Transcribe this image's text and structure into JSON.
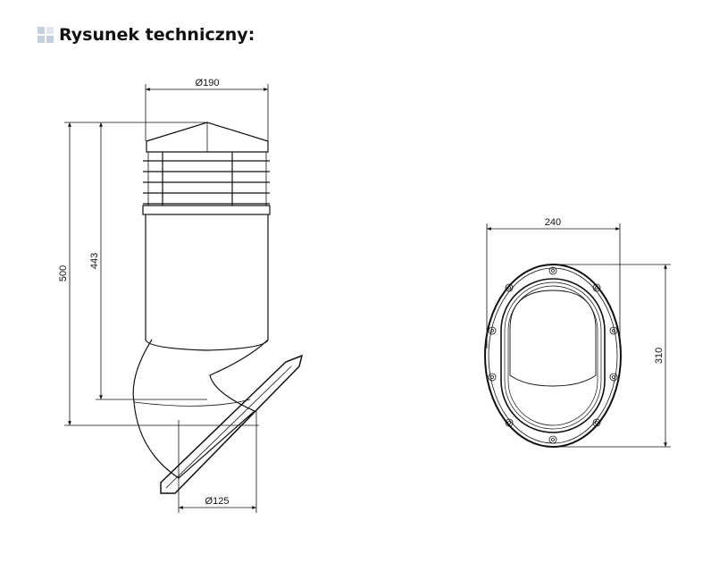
{
  "heading": {
    "title": "Rysunek techniczny:",
    "bullet_icon": "square-grid-icon",
    "bullet_color": "#c5d0de"
  },
  "side_view": {
    "dim_diameter_top": "Ø190",
    "dim_total_height": "500",
    "dim_body_height": "443",
    "dim_diameter_bottom": "Ø125"
  },
  "top_view": {
    "dim_width": "240",
    "dim_height": "310"
  }
}
